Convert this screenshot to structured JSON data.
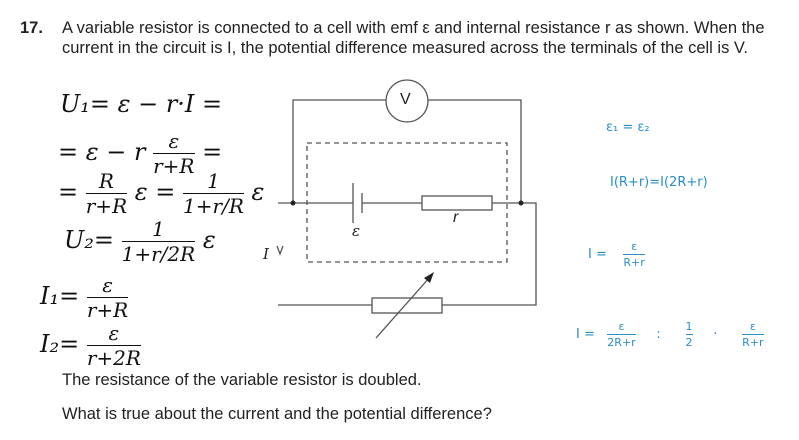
{
  "question": {
    "number": "17.",
    "line1": "A variable resistor is connected to a cell with emf ε and internal resistance r as shown. When the",
    "line2": "current in the circuit is I, the potential difference measured across the terminals of the cell is V.",
    "statement": "The resistance of the variable resistor is doubled.",
    "prompt": "What is true about the current and the potential difference?"
  },
  "circuit": {
    "voltmeter_label": "V",
    "emf_label": "ε",
    "internal_resistance_label": "r",
    "current_label": "I"
  },
  "handwritten_left": {
    "l1": "U₁= ε − r·I =",
    "l2_prefix": "= ε − r",
    "l2_num": "ε",
    "l2_den": "r+R",
    "l2_suffix": "=",
    "l3_prefix": "=",
    "l3_num": "R",
    "l3_den": "r+R",
    "l3_mid": "ε =",
    "l3_num2": "1",
    "l3_den2": "1+r/R",
    "l3_suffix": "ε",
    "l4_prefix": "U₂=",
    "l4_num": "1",
    "l4_den": "1+r/2R",
    "l4_suffix": "ε",
    "l5_prefix": "I₁=",
    "l5_num": "ε",
    "l5_den": "r+R",
    "l6_prefix": "I₂=",
    "l6_num": "ε",
    "l6_den": "r+2R"
  },
  "handwritten_right": {
    "r1": "ε₁ = ε₂",
    "r2": "I(R+r)=I(2R+r)",
    "r3_prefix": "I  =",
    "r3_num": "ε",
    "r3_den": "R+r",
    "r4_prefix": "I  =",
    "r4_num": "ε",
    "r4_den": "2R+r",
    "r4_eq": ":",
    "r4_num2": "1",
    "r4_den2": "2",
    "r4_dot": "·",
    "r4_num3": "ε",
    "r4_den3": "R+r"
  }
}
